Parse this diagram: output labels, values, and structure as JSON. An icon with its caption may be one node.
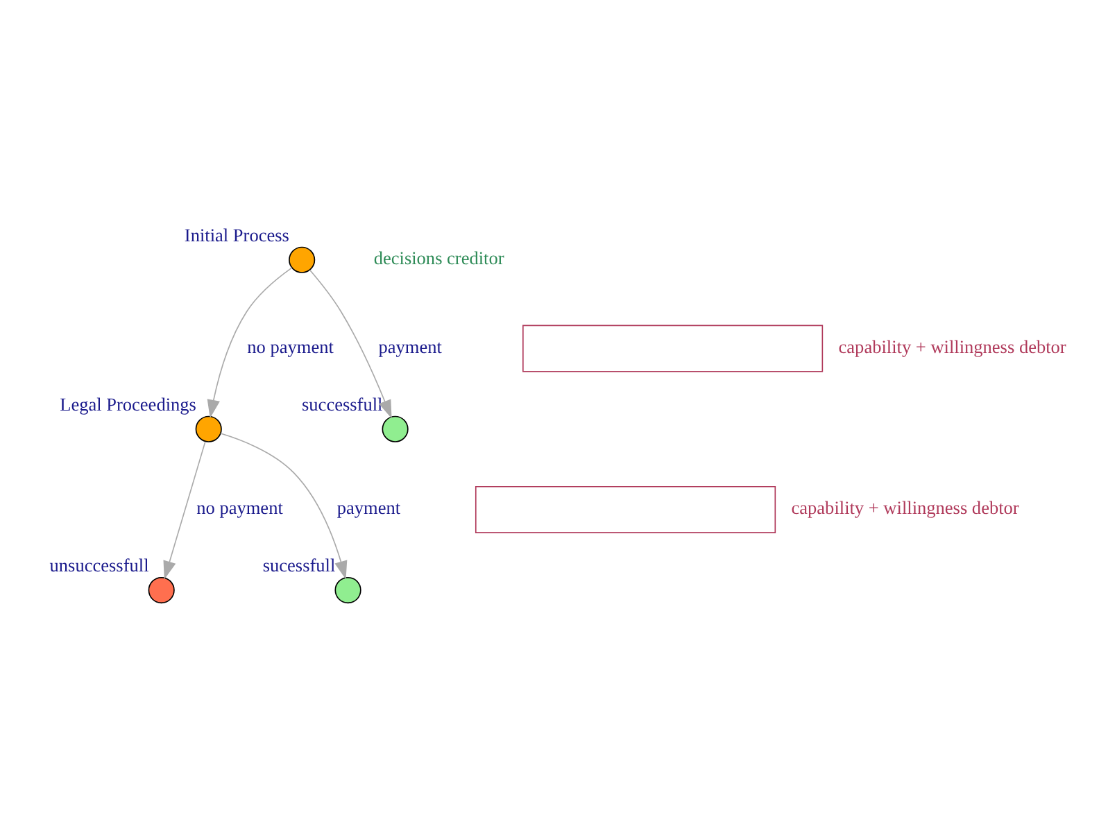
{
  "diagram": {
    "nodes": [
      {
        "text": [],
        "shape": "circle",
        "beside": [
          "Initial Process"
        ]
      },
      {
        "text": [],
        "shape": "box",
        "beside": [
          "capability + willingness debtor"
        ]
      },
      {
        "text": [],
        "shape": "circle",
        "beside": [
          "Legal Proceedings"
        ]
      },
      {
        "text": [],
        "shape": "circle",
        "beside": [
          "successfull"
        ]
      },
      {
        "text": [],
        "shape": "box",
        "beside": [
          "capability + willingness debtor"
        ]
      },
      {
        "text": [],
        "shape": "circle",
        "beside": [
          "unsuccessfull"
        ]
      },
      {
        "text": [],
        "shape": "circle",
        "beside": [
          "sucessfull"
        ]
      }
    ],
    "edges": [
      {
        "from": 0,
        "to": 2,
        "arrow": "to",
        "label": "no payment"
      },
      {
        "from": 0,
        "to": 3,
        "arrow": "to",
        "label": "payment"
      },
      {
        "from": 2,
        "to": 5,
        "arrow": "to",
        "label": "no payment"
      },
      {
        "from": 2,
        "to": 6,
        "arrow": "to",
        "label": "payment"
      }
    ],
    "labels": [
      "decisions creditor"
    ]
  }
}
